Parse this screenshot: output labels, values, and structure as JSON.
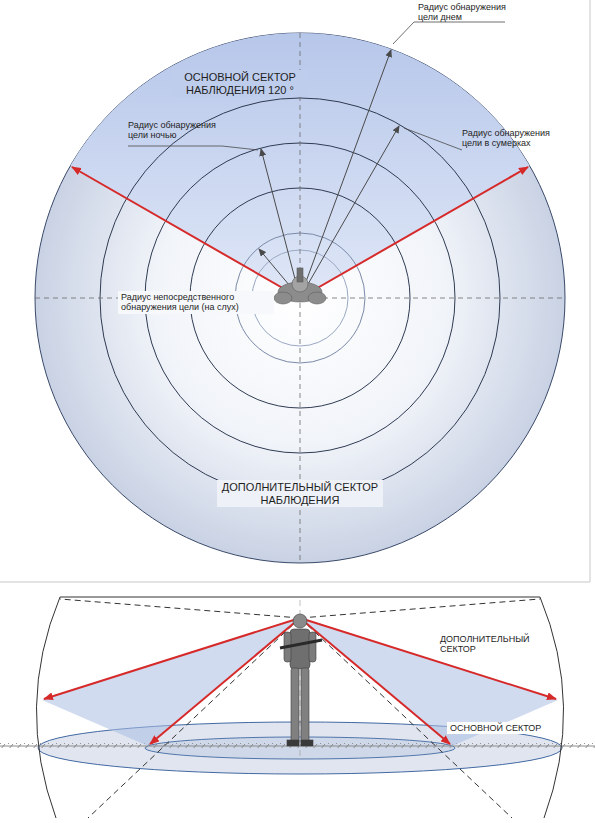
{
  "diagram": {
    "labels": [
      "Радиус обнаружения цели днем",
      "ОСНОВНОЙ СЕКТОР НАБЛЮДЕНИЯ 120 °",
      "Радиус обнаружения цели ночью",
      "Радиус обнаружения цели в сумерках",
      "Радиус непосредственного обнаружения цели (на слух)",
      "ДОПОЛНИТЕЛЬНЫЙ СЕКТОР НАБЛЮДЕНИЯ",
      "ДОПОЛНИТЕЛЬНЫЙ СЕКТОР",
      "ОСНОВНОЙ СЕКТОР"
    ]
  }
}
